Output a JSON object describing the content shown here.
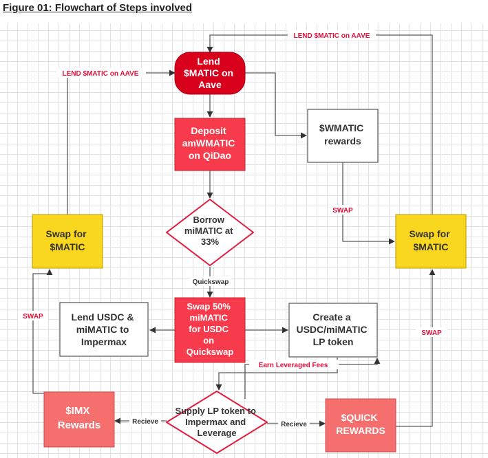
{
  "title": "Figure 01: Flowchart of Steps involved",
  "colors": {
    "dark_red": "#d9001b",
    "red": "#f73b4c",
    "pink": "#f56f6f",
    "yellow": "#f8d71e",
    "white": "#ffffff",
    "label_red": "#e8103a",
    "line": "#5a5a5a"
  },
  "nodes": {
    "lend_matic": [
      "Lend",
      "$MATIC on",
      "Aave"
    ],
    "deposit": [
      "Deposit",
      "amWMATIC",
      "on QiDao"
    ],
    "wmatic_rewards": [
      "$WMATIC",
      "rewards"
    ],
    "borrow": [
      "Borrow",
      "miMATIC at",
      "33%"
    ],
    "swap_left": [
      "Swap for",
      "$MATIC"
    ],
    "swap_right": [
      "Swap for",
      "$MATIC"
    ],
    "swap50": [
      "Swap 50%",
      "miMATIC",
      "for USDC",
      "on",
      "Quickswap"
    ],
    "lend_usdc": [
      "Lend USDC &",
      "miMATIC to",
      "Impermax"
    ],
    "create_lp": [
      "Create a",
      "USDC/miMATIC",
      "LP token"
    ],
    "imx": [
      "$IMX",
      "Rewards"
    ],
    "supply_lp": [
      "Supply LP token to",
      "Impermax and",
      "Leverage"
    ],
    "quick": [
      "$QUICK",
      "REWARDS"
    ]
  },
  "edge_labels": {
    "lend_aave_top": "LEND $MATIC on AAVE",
    "lend_aave_left": "LEND $MATIC on AAVE",
    "swap_mid": "SWAP",
    "swap_left": "SWAP",
    "swap_right": "SWAP",
    "quickswap": "Quickswap",
    "earn_fees": "Earn Leveraged Fees",
    "recieve_left": "Recieve",
    "recieve_right": "Recieve"
  }
}
